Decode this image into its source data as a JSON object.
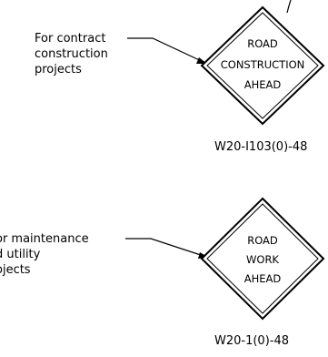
{
  "callouts": {
    "top": {
      "lines": [
        "For contract",
        "construction",
        "projects"
      ]
    },
    "bottom": {
      "lines": [
        "or maintenance",
        "d utility",
        "ojects"
      ]
    }
  },
  "signs": {
    "top": {
      "lines": [
        "ROAD",
        "CONSTRUCTION",
        "AHEAD"
      ],
      "code": "W20-I103(0)-48"
    },
    "bottom": {
      "lines": [
        "ROAD",
        "WORK",
        "AHEAD"
      ],
      "code": "W20-1(0)-48"
    }
  },
  "colors": {
    "ink": "#000000",
    "background": "#ffffff"
  }
}
